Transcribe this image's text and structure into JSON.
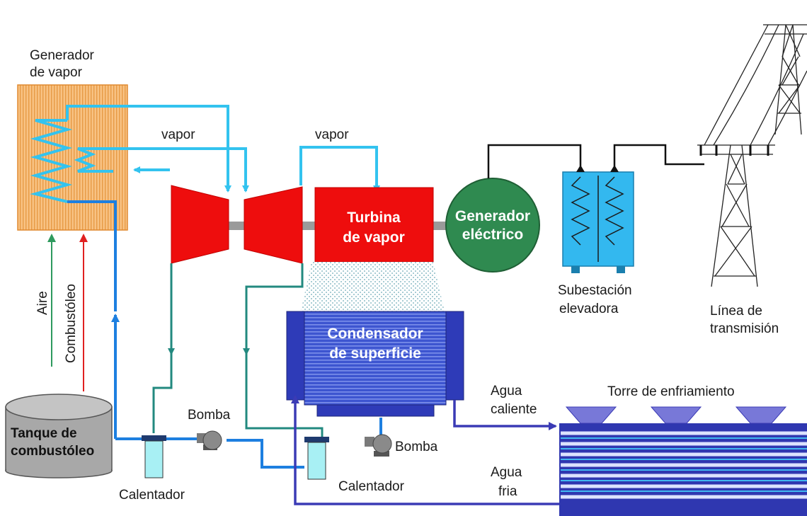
{
  "labels": {
    "generador_vapor_1": "Generador",
    "generador_vapor_2": "de vapor",
    "vapor_1": "vapor",
    "vapor_2": "vapor",
    "turbina_1": "Turbina",
    "turbina_2": "de vapor",
    "generador_elec_1": "Generador",
    "generador_elec_2": "eléctrico",
    "subestacion_1": "Subestación",
    "subestacion_2": "elevadora",
    "linea_1": "Línea de",
    "linea_2": "transmisión",
    "condensador_1": "Condensador",
    "condensador_2": "de superficie",
    "aire": "Aire",
    "combustoleo": "Combustóleo",
    "tanque_1": "Tanque de",
    "tanque_2": "combustóleo",
    "bomba_1": "Bomba",
    "bomba_2": "Bomba",
    "calentador_1": "Calentador",
    "calentador_2": "Calentador",
    "agua_caliente_1": "Agua",
    "agua_caliente_2": "caliente",
    "agua_fria_1": "Agua",
    "agua_fria_2": "fria",
    "torre": "Torre de enfriamiento"
  },
  "colors": {
    "steam": "#33c3ef",
    "water": "#1d7fe0",
    "condensate": "#22897f",
    "cooling": "#3b3bb5",
    "turbine": "#ee0d0d",
    "generator": "#2f8a50",
    "air": "#2e9a5e",
    "fuel": "#e02020",
    "boiler": "#f7b870",
    "transformer": "#33b8ef"
  }
}
